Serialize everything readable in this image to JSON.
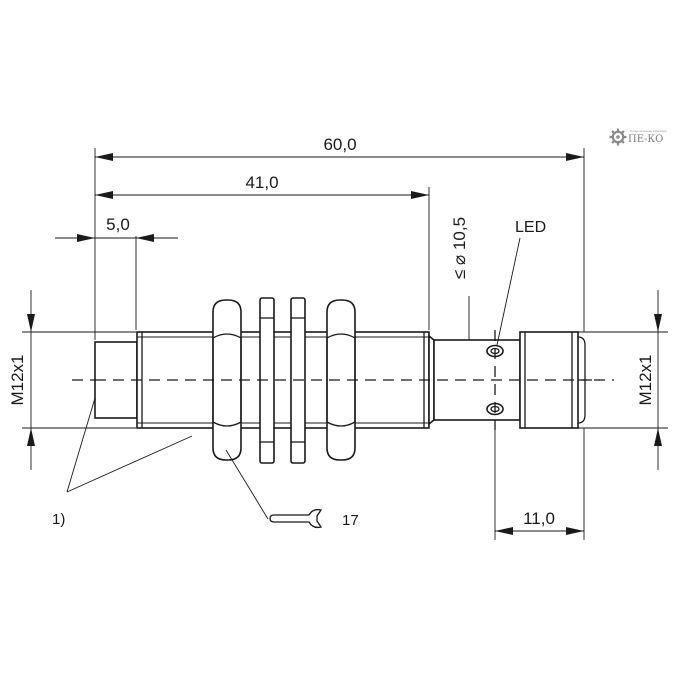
{
  "dimensions": {
    "overall_length": "60,0",
    "thread_length": "41,0",
    "pin_length": "5,0",
    "connector_length": "11,0",
    "diameter": "≤ ⌀ 10,5",
    "thread_left": "M12x1",
    "thread_right": "M12x1"
  },
  "labels": {
    "led": "LED",
    "note_1": "1)",
    "wrench_size": "17"
  },
  "logo": {
    "text": "ПЕ-КО",
    "tagline": "Промышленная Компания"
  },
  "colors": {
    "line": "#1a1a1a",
    "background": "#ffffff",
    "logo": "#7a7a7a"
  }
}
